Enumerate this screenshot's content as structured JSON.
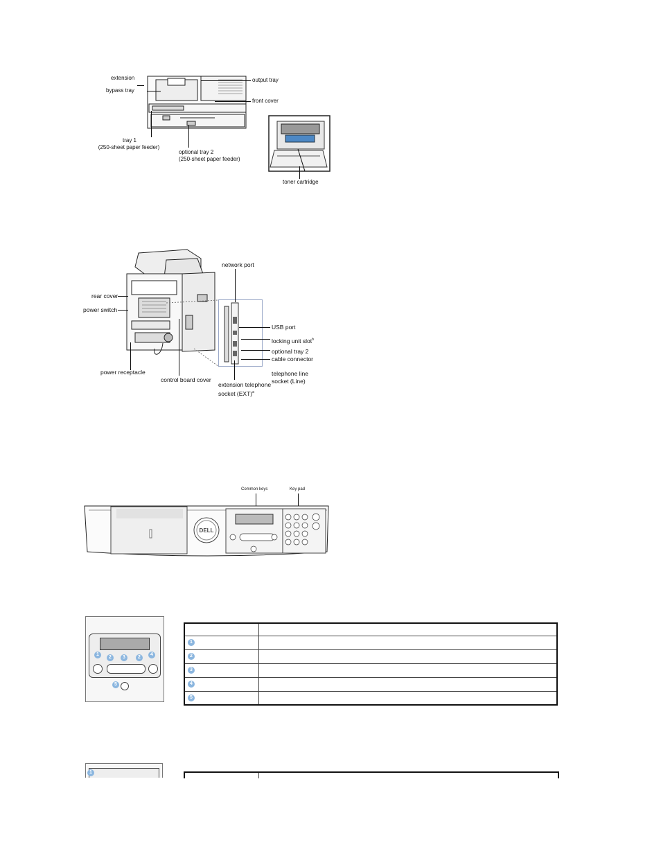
{
  "front_view": {
    "labels": {
      "extension": "extension",
      "bypass_tray": "bypass tray",
      "output_tray": "output tray",
      "front_cover": "front cover",
      "tray1_line1": "tray 1",
      "tray1_line2": "(250-sheet paper feeder)",
      "opt_tray2_line1": "optional tray 2",
      "opt_tray2_line2": "(250-sheet paper feeder)",
      "toner_cartridge": "toner cartridge"
    }
  },
  "rear_view": {
    "labels": {
      "network_port": "network port",
      "rear_cover": "rear cover",
      "power_switch": "power switch",
      "usb_port": "USB port",
      "locking_unit_slot": "locking unit slot",
      "locking_sup": "b",
      "opt_tray2_line1": "optional tray 2",
      "opt_tray2_line2": "cable connector",
      "tel_line1": "telephone line",
      "tel_line2": "socket (Line)",
      "power_receptacle": "power receptacle",
      "control_board_cover": "control board cover",
      "ext_line1": "extension telephone",
      "ext_line2": "socket (EXT)",
      "ext_sup": "a"
    }
  },
  "operator_panel": {
    "labels": {
      "common_keys": "Common keys",
      "key_pad": "Key pad",
      "logo": "DELL"
    }
  },
  "common_keys_table": {
    "badges": [
      "1",
      "2",
      "3",
      "4",
      "5"
    ],
    "panel_badges": [
      "1",
      "2",
      "3",
      "2",
      "4",
      "5"
    ]
  },
  "second_table": {
    "badges": [
      "1"
    ]
  }
}
